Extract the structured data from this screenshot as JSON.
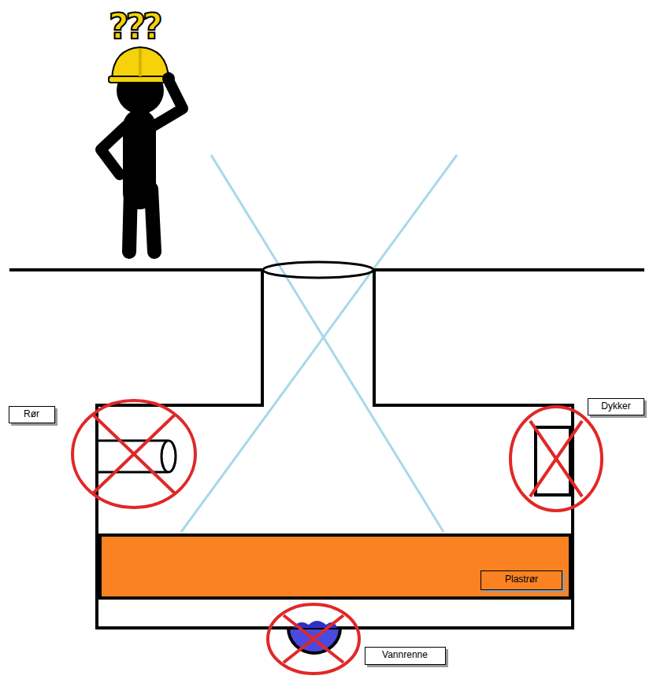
{
  "diagram": {
    "nodes": [
      {
        "text": [
          "Rør"
        ]
      },
      {
        "text": [
          "Dykker"
        ]
      },
      {
        "text": [
          "Plastrør"
        ]
      },
      {
        "text": [
          "Vannrenne"
        ]
      }
    ],
    "labels": [
      "???"
    ]
  }
}
